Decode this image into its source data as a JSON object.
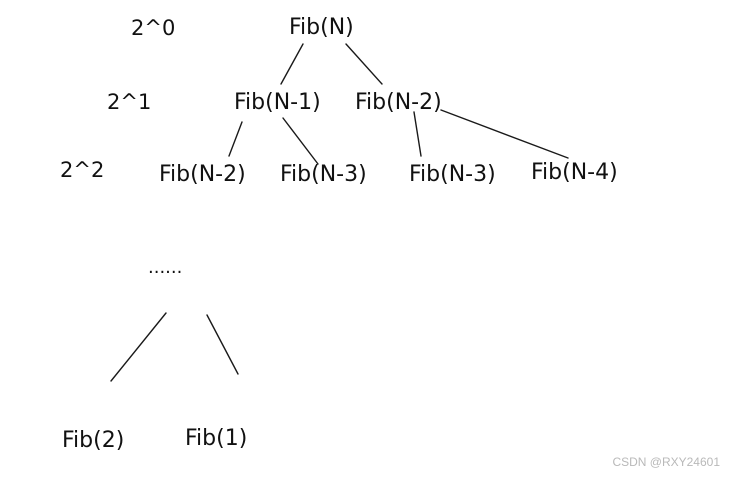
{
  "diagram": {
    "levels": [
      {
        "id": "l0",
        "label": "2^0"
      },
      {
        "id": "l1",
        "label": "2^1"
      },
      {
        "id": "l2",
        "label": "2^2"
      }
    ],
    "nodes": [
      {
        "id": "n0",
        "label": "Fib(N)"
      },
      {
        "id": "n1",
        "label": "Fib(N-1)"
      },
      {
        "id": "n2",
        "label": "Fib(N-2)"
      },
      {
        "id": "n3",
        "label": "Fib(N-2)"
      },
      {
        "id": "n4",
        "label": "Fib(N-3)"
      },
      {
        "id": "n5",
        "label": "Fib(N-3)"
      },
      {
        "id": "n6",
        "label": "Fib(N-4)"
      },
      {
        "id": "n7",
        "label": "Fib(2)"
      },
      {
        "id": "n8",
        "label": "Fib(1)"
      }
    ],
    "edges": [
      {
        "from": "n0",
        "to": "n1"
      },
      {
        "from": "n0",
        "to": "n2"
      },
      {
        "from": "n1",
        "to": "n3"
      },
      {
        "from": "n1",
        "to": "n4"
      },
      {
        "from": "n2",
        "to": "n5"
      },
      {
        "from": "n2",
        "to": "n6"
      },
      {
        "from": "ellipsis",
        "to": "n7"
      },
      {
        "from": "ellipsis",
        "to": "n8"
      }
    ],
    "ellipsis": "......"
  },
  "watermark": "CSDN @RXY24601"
}
